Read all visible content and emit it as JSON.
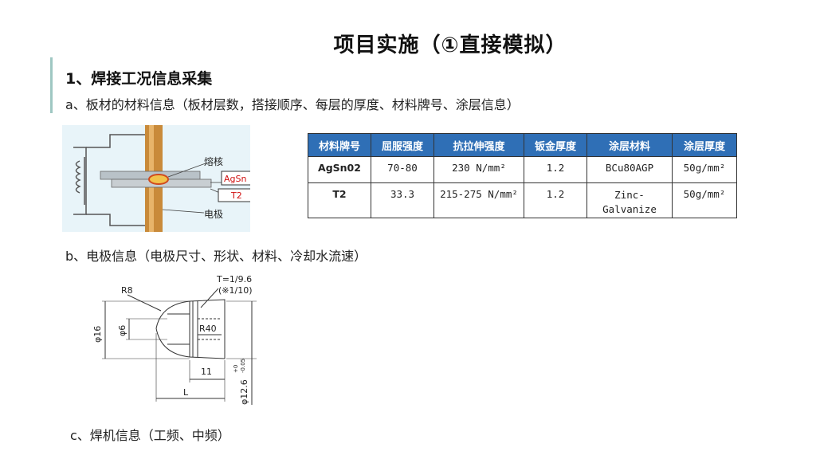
{
  "title": "项目实施（①直接模拟）",
  "section1": "1、焊接工况信息采集",
  "line_a": "a、板材的材料信息（板材层数，搭接顺序、每层的厚度、材料牌号、涂层信息）",
  "line_b": "b、电极信息（电极尺寸、形状、材料、冷却水流速）",
  "line_c": "c、焊机信息（工频、中频）",
  "weld_figure": {
    "label_nugget": "熔核",
    "label_electrode": "电极",
    "label_top": "AgSn",
    "label_bottom": "T2"
  },
  "table": {
    "headers": [
      "材料牌号",
      "屈服强度",
      "抗拉伸强度",
      "钣金厚度",
      "涂层材料",
      "涂层厚度"
    ],
    "rows": [
      [
        "AgSn02",
        "70-80",
        "230 N/mm²",
        "1.2",
        "BCu80AGP",
        "50g/mm²"
      ],
      [
        "T2",
        "33.3",
        "215-275 N/mm²",
        "1.2",
        "Zinc-Galvanize",
        "50g/mm²"
      ]
    ]
  },
  "electrode_drawing": {
    "taper": "T=1/9.6",
    "taper_note": "(※1/10)",
    "r8": "R8",
    "r40": "R40",
    "d16": "φ16",
    "d6": "φ6",
    "len11": "11",
    "lenL": "L",
    "d126": "φ12.6",
    "tol_upper": "+0",
    "tol_lower": "-0.05"
  }
}
